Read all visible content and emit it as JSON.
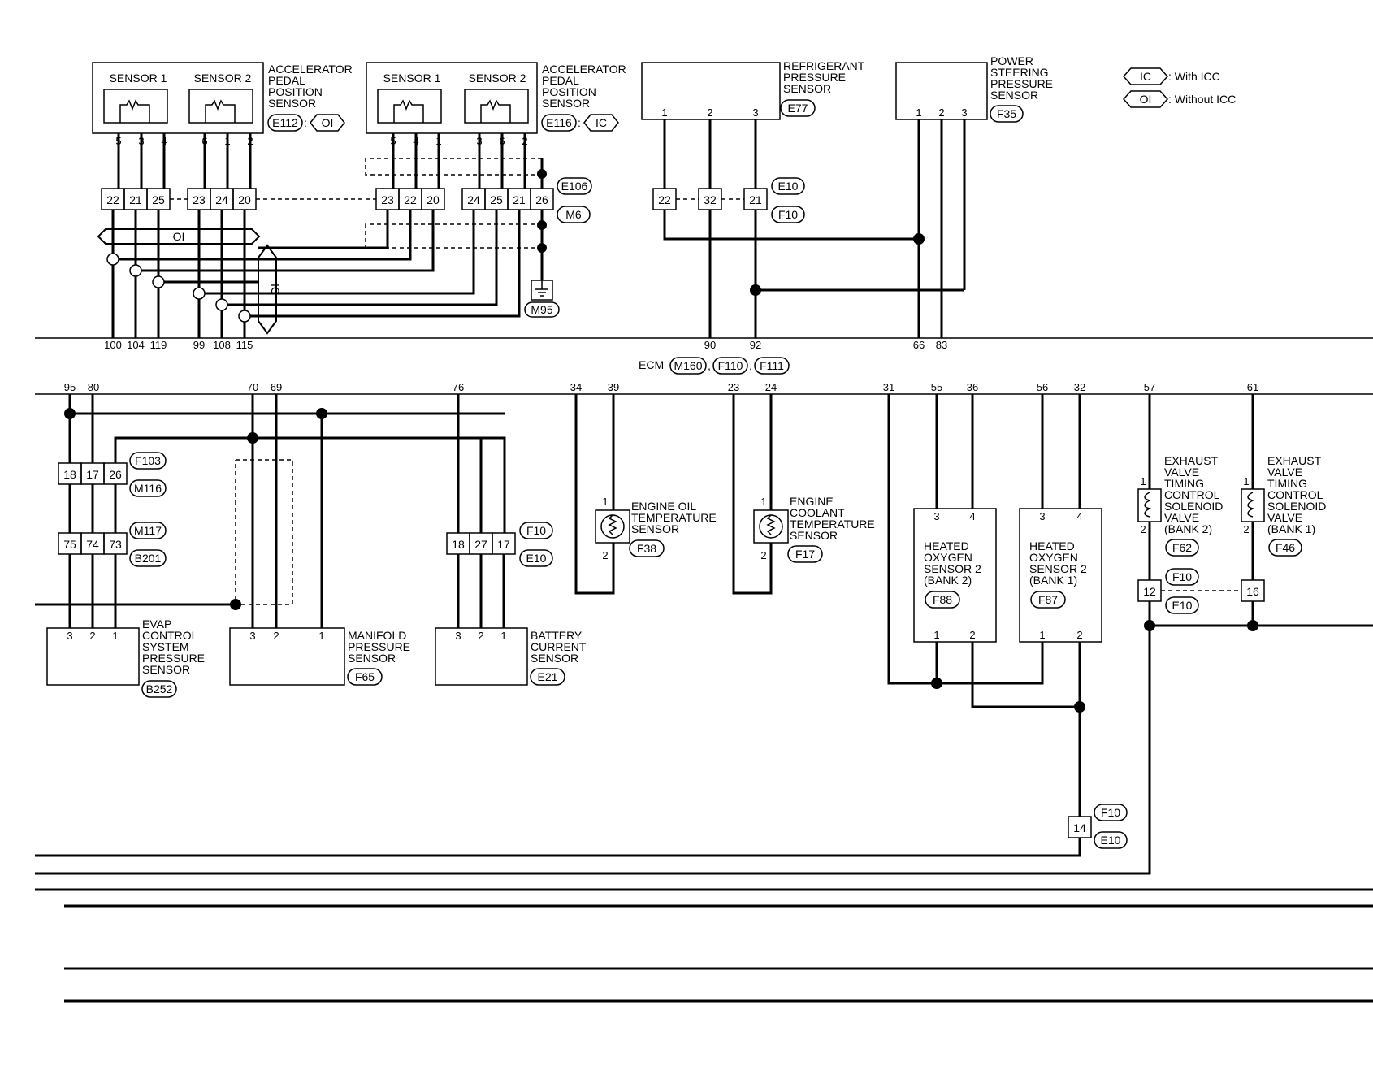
{
  "legend": {
    "ic_tag": "IC",
    "oi_tag": "OI",
    "with_icc": ": With ICC",
    "without_icc": ": Without ICC"
  },
  "app1": {
    "sensor1": "SENSOR 1",
    "sensor2": "SENSOR 2",
    "name": [
      "ACCELERATOR",
      "PEDAL",
      "POSITION",
      "SENSOR"
    ],
    "code": "E112",
    "variant": "OI",
    "pins": [
      "5",
      "3",
      "4",
      "6",
      "1",
      "2"
    ],
    "conn": [
      "22",
      "21",
      "25",
      "23",
      "24",
      "20"
    ]
  },
  "app2": {
    "sensor1": "SENSOR 1",
    "sensor2": "SENSOR 2",
    "name": [
      "ACCELERATOR",
      "PEDAL",
      "POSITION",
      "SENSOR"
    ],
    "code": "E116",
    "variant": "IC",
    "pins": [
      "5",
      "4",
      "1",
      "3",
      "6",
      "2"
    ],
    "conn": [
      "23",
      "22",
      "20",
      "24",
      "25",
      "21",
      "26"
    ]
  },
  "conn_tags": {
    "e106": "E106",
    "m6": "M6",
    "m95": "M95"
  },
  "oi_bar": "OI",
  "ic_bar": "IC",
  "refrigerant": {
    "name": [
      "REFRIGERANT",
      "PRESSURE",
      "SENSOR"
    ],
    "code": "E77",
    "pins": [
      "1",
      "2",
      "3"
    ],
    "conn": [
      "22",
      "32",
      "21"
    ],
    "tag_a": "E10",
    "tag_b": "F10"
  },
  "power_steering": {
    "name": [
      "POWER",
      "STEERING",
      "PRESSURE",
      "SENSOR"
    ],
    "code": "F35",
    "pins": [
      "1",
      "2",
      "3"
    ]
  },
  "ecm": {
    "label": "ECM",
    "codes": [
      "M160",
      "F110",
      "F111"
    ],
    "top_pins": [
      "100",
      "104",
      "119",
      "99",
      "108",
      "115",
      "90",
      "92",
      "66",
      "83"
    ],
    "bottom_pins": [
      "95",
      "80",
      "70",
      "69",
      "76",
      "34",
      "39",
      "23",
      "24",
      "31",
      "55",
      "36",
      "56",
      "32",
      "57",
      "61"
    ]
  },
  "evap": {
    "name": [
      "EVAP",
      "CONTROL",
      "SYSTEM",
      "PRESSURE",
      "SENSOR"
    ],
    "code": "B252",
    "pins": [
      "3",
      "2",
      "1"
    ],
    "conn_upper": [
      "18",
      "17",
      "26"
    ],
    "tag_f103": "F103",
    "tag_m116": "M116",
    "conn_lower": [
      "75",
      "74",
      "73"
    ],
    "tag_m117": "M117",
    "tag_b201": "B201"
  },
  "manifold": {
    "name": [
      "MANIFOLD",
      "PRESSURE",
      "SENSOR"
    ],
    "code": "F65",
    "pins": [
      "3",
      "2",
      "1"
    ]
  },
  "battery": {
    "name": [
      "BATTERY",
      "CURRENT",
      "SENSOR"
    ],
    "code": "E21",
    "pins": [
      "3",
      "2",
      "1"
    ],
    "conn": [
      "18",
      "27",
      "17"
    ],
    "tag_a": "F10",
    "tag_b": "E10"
  },
  "oil_temp": {
    "name": [
      "ENGINE OIL",
      "TEMPERATURE",
      "SENSOR"
    ],
    "code": "F38",
    "pins": [
      "1",
      "2"
    ]
  },
  "coolant": {
    "name": [
      "ENGINE",
      "COOLANT",
      "TEMPERATURE",
      "SENSOR"
    ],
    "code": "F17",
    "pins": [
      "1",
      "2"
    ]
  },
  "ho2s_b2": {
    "name": [
      "HEATED",
      "OXYGEN",
      "SENSOR 2",
      "(BANK 2)"
    ],
    "code": "F88",
    "pins": [
      "3",
      "4",
      "1",
      "2"
    ]
  },
  "ho2s_b1": {
    "name": [
      "HEATED",
      "OXYGEN",
      "SENSOR 2",
      "(BANK 1)"
    ],
    "code": "F87",
    "pins": [
      "3",
      "4",
      "1",
      "2"
    ]
  },
  "evt_b2": {
    "name": [
      "EXHAUST",
      "VALVE",
      "TIMING",
      "CONTROL",
      "SOLENOID",
      "VALVE",
      "(BANK 2)"
    ],
    "code": "F62",
    "pins": [
      "1",
      "2"
    ]
  },
  "evt_b1": {
    "name": [
      "EXHAUST",
      "VALVE",
      "TIMING",
      "CONTROL",
      "SOLENOID",
      "VALVE",
      "(BANK 1)"
    ],
    "code": "F46",
    "pins": [
      "1",
      "2"
    ]
  },
  "jc_f10_e10": {
    "c12": "12",
    "c16": "16",
    "tag_a": "F10",
    "tag_b": "E10"
  },
  "jc_14": {
    "num": "14",
    "tag_a": "F10",
    "tag_b": "E10"
  }
}
